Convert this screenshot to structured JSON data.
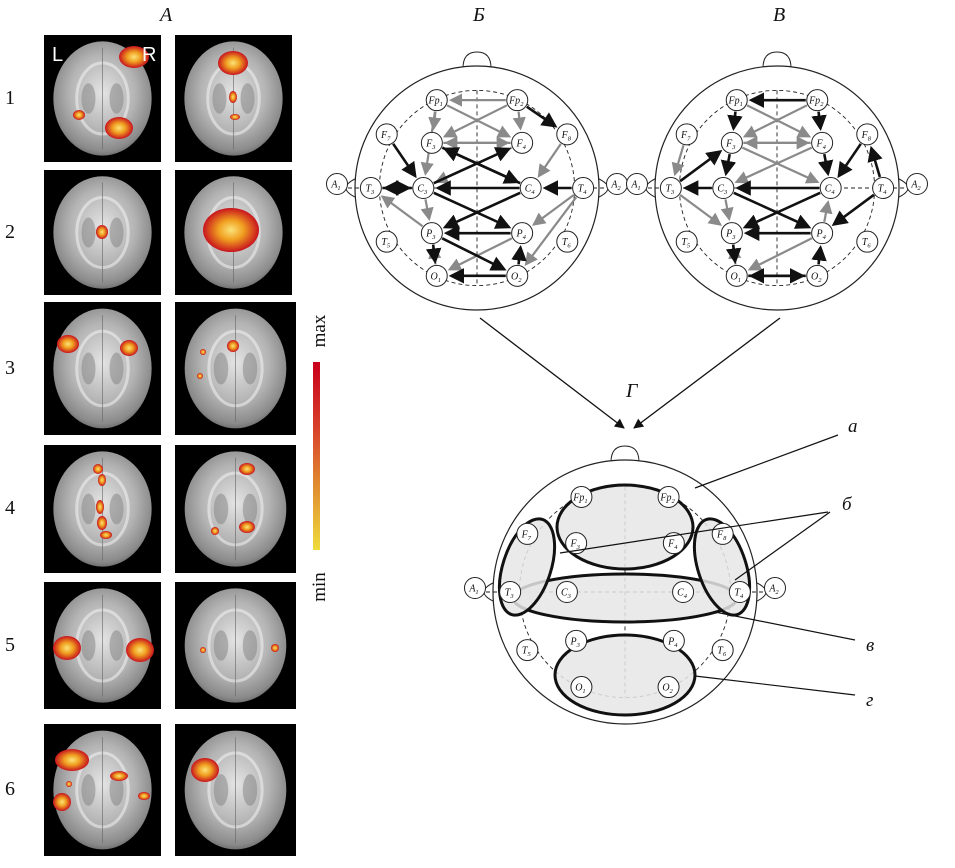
{
  "panels": {
    "A": "А",
    "B": "Б",
    "V": "В",
    "G": "Г"
  },
  "row_labels": [
    "1",
    "2",
    "3",
    "4",
    "5",
    "6"
  ],
  "hemisphere": {
    "left": "L",
    "right": "R"
  },
  "scale": {
    "max": "max",
    "min": "min"
  },
  "electrodes": {
    "Fp1": [
      "Fp",
      "1"
    ],
    "Fp2": [
      "Fp",
      "2"
    ],
    "F7": [
      "F",
      "7"
    ],
    "F3": [
      "F",
      "3"
    ],
    "F4": [
      "F",
      "4"
    ],
    "F8": [
      "F",
      "8"
    ],
    "A1": [
      "A",
      "1"
    ],
    "T3": [
      "T",
      "3"
    ],
    "C3": [
      "C",
      "3"
    ],
    "C4": [
      "C",
      "4"
    ],
    "T4": [
      "T",
      "4"
    ],
    "A2": [
      "A",
      "2"
    ],
    "T5": [
      "T",
      "5"
    ],
    "P3": [
      "P",
      "3"
    ],
    "P4": [
      "P",
      "4"
    ],
    "T6": [
      "T",
      "6"
    ],
    "O1": [
      "O",
      "1"
    ],
    "O2": [
      "O",
      "2"
    ]
  },
  "region_labels": {
    "a": "а",
    "b": "б",
    "v": "в",
    "g": "г"
  },
  "colors": {
    "black_arrow": "#111111",
    "gray_arrow": "#8a8a8a",
    "region_fill": "#e6e6e6",
    "activation_hot": "#f0a020",
    "activation_edge": "#c8141e"
  }
}
